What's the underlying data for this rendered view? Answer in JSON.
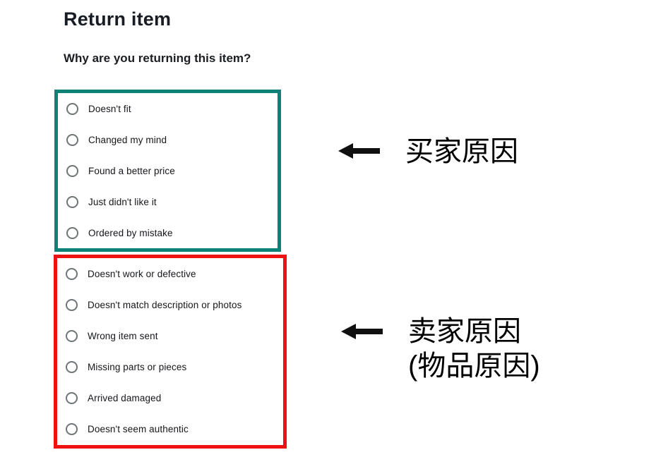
{
  "page": {
    "title": "Return item",
    "question": "Why are you returning this item?"
  },
  "groups": [
    {
      "name": "buyer-reasons",
      "border_color": "#0c8277",
      "options": [
        "Doesn't fit",
        "Changed my mind",
        "Found a better price",
        "Just didn't like it",
        "Ordered by mistake"
      ]
    },
    {
      "name": "seller-reasons",
      "border_color": "#ee1111",
      "options": [
        "Doesn't work or defective",
        "Doesn't match description or photos",
        "Wrong item sent",
        "Missing parts or pieces",
        "Arrived damaged",
        "Doesn't seem authentic"
      ]
    }
  ],
  "annotations": [
    {
      "icon": "left-arrow-icon",
      "lines": [
        "买家原因"
      ]
    },
    {
      "icon": "left-arrow-icon",
      "lines": [
        "卖家原因",
        "(物品原因)"
      ]
    }
  ],
  "colors": {
    "buyer_box_border": "#0c8277",
    "seller_box_border": "#ee1111",
    "arrow": "#101010",
    "heading_text": "#181c24",
    "option_text": "#14161a",
    "radio_border": "#6f7477",
    "background": "#ffffff"
  }
}
